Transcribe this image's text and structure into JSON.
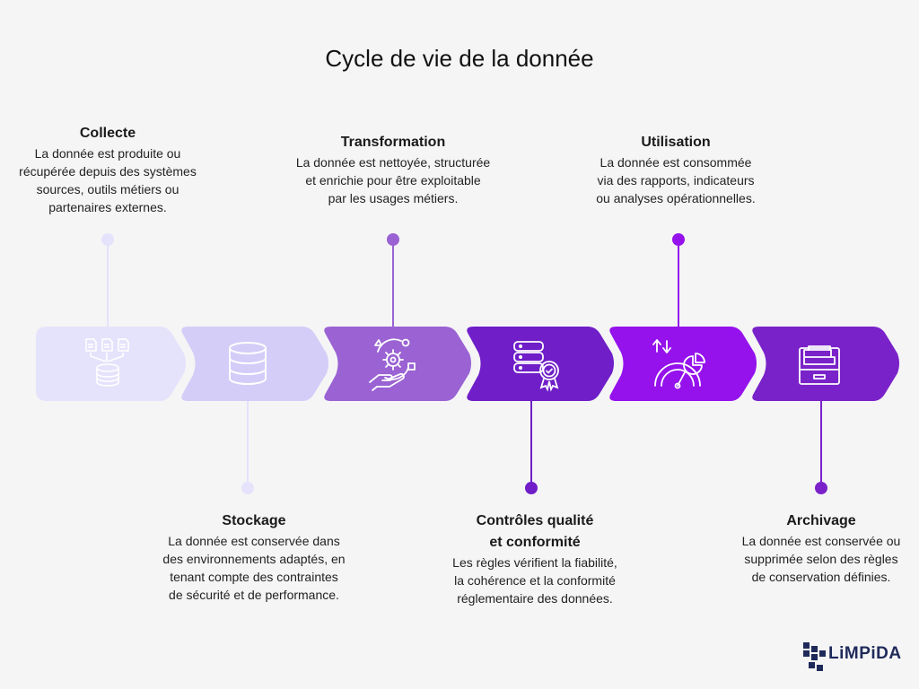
{
  "title": "Cycle de vie de la donnée",
  "colors": {
    "background": "#f5f5f6",
    "step1": "#e5e2fb",
    "step2": "#d3cdf8",
    "step3": "#9a62d3",
    "step4": "#6f1ec8",
    "step5": "#9512ec",
    "step6": "#7a22c9",
    "logo": "#1f2a5a"
  },
  "steps": [
    {
      "title": "Collecte",
      "description_lines": [
        "La donnée est produite ou",
        "récupérée depuis des systèmes",
        "sources, outils métiers ou",
        "partenaires externes."
      ],
      "icon": "database-import-icon",
      "position": "top"
    },
    {
      "title": "Stockage",
      "description_lines": [
        "La donnée est conservée dans",
        "des environnements adaptés, en",
        "tenant compte des contraintes",
        "de sécurité et de performance."
      ],
      "icon": "database-icon",
      "position": "bottom"
    },
    {
      "title": "Transformation",
      "description_lines": [
        "La donnée est nettoyée, structurée",
        "et enrichie pour être exploitable",
        "par les usages métiers."
      ],
      "icon": "gear-cycle-icon",
      "position": "top"
    },
    {
      "title_lines": [
        "Contrôles qualité",
        "et conformité"
      ],
      "description_lines": [
        "Les règles vérifient la fiabilité,",
        "la cohérence et la conformité",
        "réglementaire des données."
      ],
      "icon": "database-certified-icon",
      "position": "bottom"
    },
    {
      "title": "Utilisation",
      "description_lines": [
        "La donnée est consommée",
        "via des rapports, indicateurs",
        "ou analyses opérationnelles."
      ],
      "icon": "gauge-analytics-icon",
      "position": "top"
    },
    {
      "title": "Archivage",
      "description_lines": [
        "La donnée est conservée ou",
        "supprimée selon des règles",
        "de conservation définies."
      ],
      "icon": "archive-cabinet-icon",
      "position": "bottom"
    }
  ],
  "logo": {
    "text": "LiMPiDA",
    "icon": "limpida-logo-icon"
  }
}
